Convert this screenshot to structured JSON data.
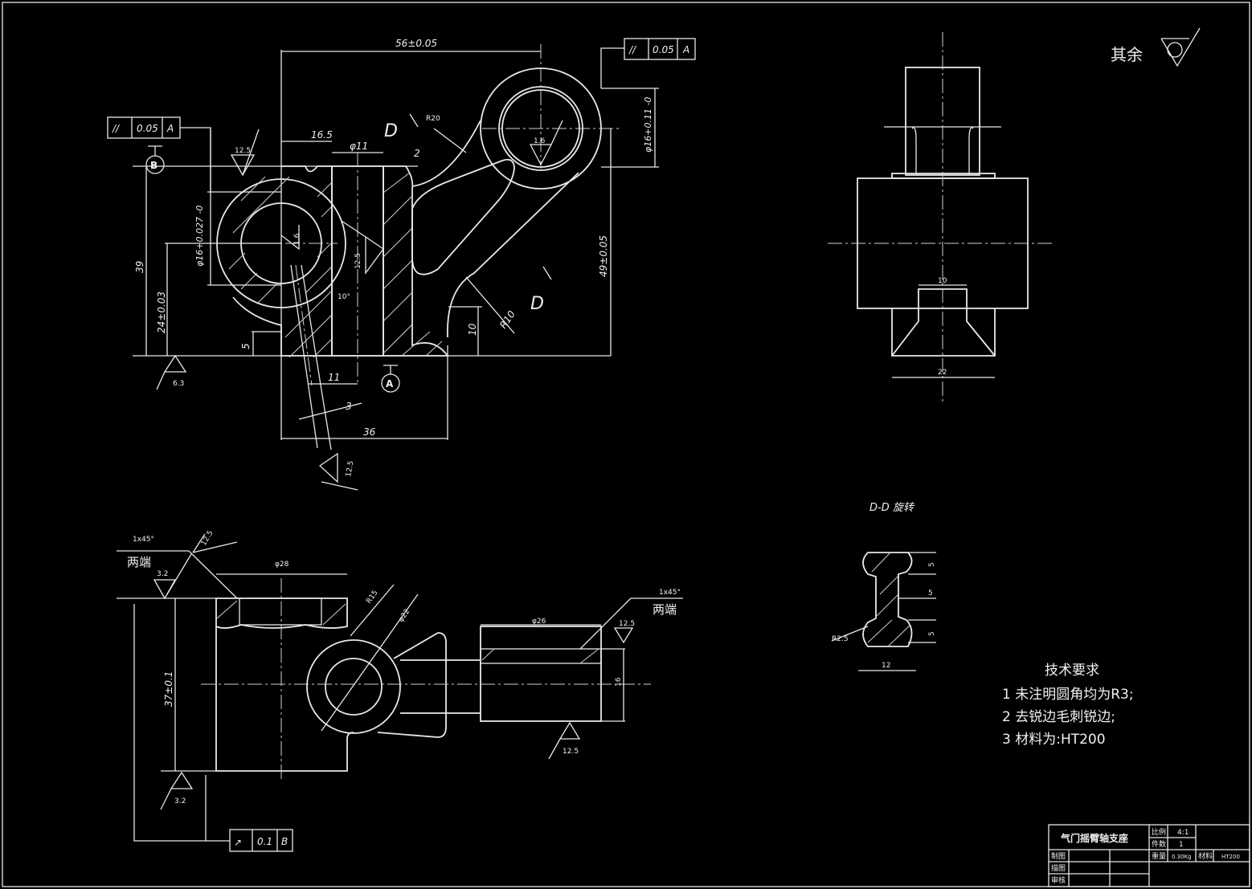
{
  "drawing": {
    "other_roughness_label": "其余",
    "section_label": "D-D 旋转",
    "datum_a": "A",
    "datum_b": "B"
  },
  "main_view": {
    "dims": {
      "d56": "56±0.05",
      "d16_5": "16.5",
      "phi11": "φ11",
      "d2": "2",
      "r20": "R20",
      "phi16_right": "φ16+0.11 -0",
      "phi16_left": "φ16+0.027 -0",
      "d39": "39",
      "d24": "24±0.03",
      "d49": "49±0.05",
      "d10": "10",
      "r10": "R10",
      "d5": "5",
      "d11": "11",
      "d3": "3",
      "d36": "36",
      "angle10": "10°",
      "section_d1": "D",
      "section_d2": "D"
    },
    "roughness": {
      "top": "12.5",
      "hole_left": "1.6",
      "hole_right": "1.6",
      "bore": "12.5",
      "bottom": "6.3",
      "slot": "12.5"
    },
    "tolerance_left": {
      "symbol": "//",
      "value": "0.05",
      "datum": "A"
    },
    "tolerance_right": {
      "symbol": "//",
      "value": "0.05",
      "datum": "A"
    }
  },
  "side_view": {
    "dims": {
      "d10": "10",
      "d22": "22"
    }
  },
  "bottom_view": {
    "dims": {
      "chamfer_left": "1x45°",
      "both_ends_left": "两端",
      "phi28": "φ28",
      "r15": "R15",
      "phi22": "φ22",
      "phi26": "φ26",
      "chamfer_right": "1x45°",
      "both_ends_right": "两端",
      "d37": "37±0.1",
      "d16": "16"
    },
    "roughness": {
      "left_top": "12.5",
      "left_face": "3.2",
      "right_top": "12.5",
      "right_bottom": "12.5",
      "bottom_face": "3.2"
    },
    "tolerance": {
      "symbol": "↗",
      "value": "0.1",
      "datum": "B"
    }
  },
  "section_view": {
    "dims": {
      "d5a": "5",
      "d5b": "5",
      "d5c": "5",
      "r25": "R2.5",
      "d12": "12"
    }
  },
  "notes": {
    "title": "技术要求",
    "items": [
      "1 未注明圆角均为R3;",
      "2 去锐边毛刺锐边;",
      "3 材料为:HT200"
    ]
  },
  "title_block": {
    "part_name": "气门摇臂轴支座",
    "scale_label": "比例",
    "scale": "4:1",
    "qty_label": "件数",
    "qty": "1",
    "weight_label": "重量",
    "weight": "0.30Kg",
    "material_label": "材料",
    "material": "HT200",
    "drawn_label": "制图",
    "traced_label": "描图",
    "checked_label": "审核"
  }
}
